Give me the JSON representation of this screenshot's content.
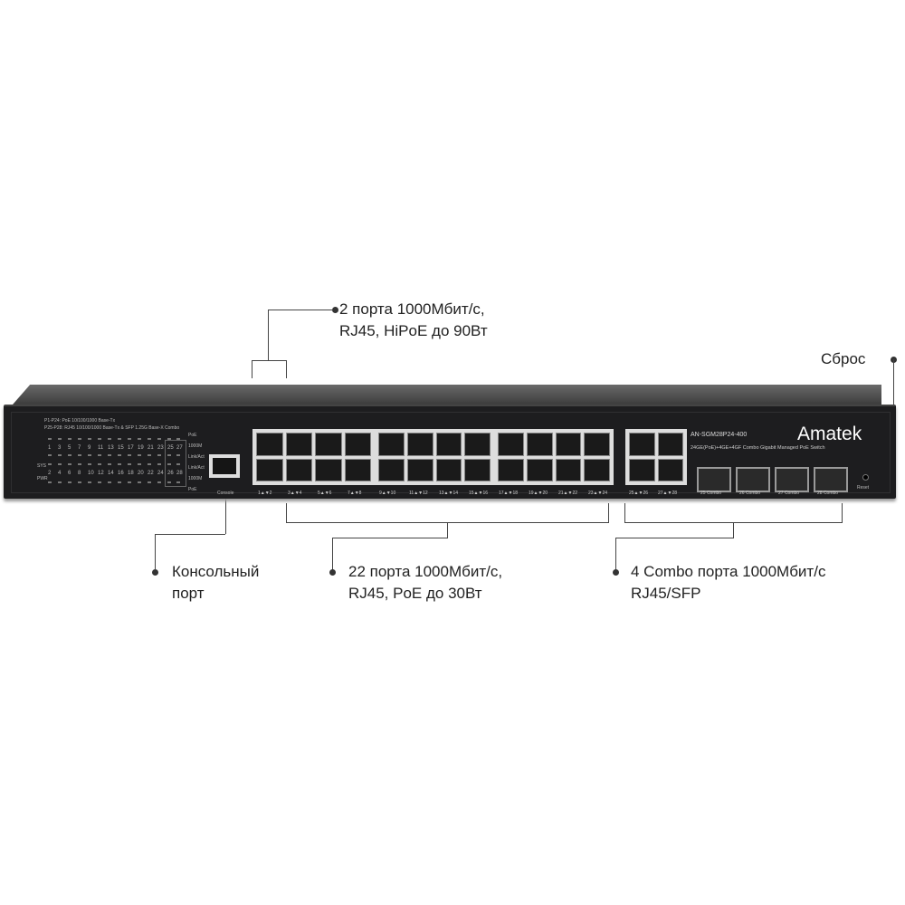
{
  "callouts": {
    "hipoe": [
      "2 порта 1000Мбит/с,",
      "RJ45, HiPoE до 90Вт"
    ],
    "reset": "Сброс",
    "console": [
      "Консольный",
      "порт"
    ],
    "poe": [
      "22 порта 1000Мбит/с,",
      "RJ45, PoE до 30Вт"
    ],
    "combo": [
      "4 Combo порта 1000Мбит/с",
      "RJ45/SFP"
    ]
  },
  "device": {
    "brand": "Amatek",
    "model": "AN-SGM28P24-400",
    "description": "24GE(PoE)+4GE+4GF Combo Gigabit Managed PoE Switch",
    "spec1": "P1-P24: PoE 10/100/1000 Base-Tx",
    "spec2": "P25-P28: RJ45 10/100/1000 Base-Tx & SFP 1.25G Base-X Combo",
    "led_labels": [
      "PoE",
      "1000M",
      "Link/Act",
      "Link/Act",
      "1000M",
      "PoE"
    ],
    "sys": "SYS",
    "pwr": "PWR",
    "odd": [
      "1",
      "3",
      "5",
      "7",
      "9",
      "11",
      "13",
      "15",
      "17",
      "19",
      "21",
      "23",
      "25",
      "27"
    ],
    "even": [
      "2",
      "4",
      "6",
      "8",
      "10",
      "12",
      "14",
      "16",
      "18",
      "20",
      "22",
      "24",
      "26",
      "28"
    ],
    "console": "Console",
    "reset": "Reset",
    "port_labels": [
      "1▲▼2",
      "3▲▼4",
      "5▲▼6",
      "7▲▼8",
      "9▲▼10",
      "11▲▼12",
      "13▲▼14",
      "15▲▼16",
      "17▲▼18",
      "19▲▼20",
      "21▲▼22",
      "23▲▼24",
      "25▲▼26",
      "27▲▼28"
    ],
    "sfp_labels": [
      "25 Combo",
      "26 Combo",
      "27 Combo",
      "28 Combo"
    ]
  }
}
